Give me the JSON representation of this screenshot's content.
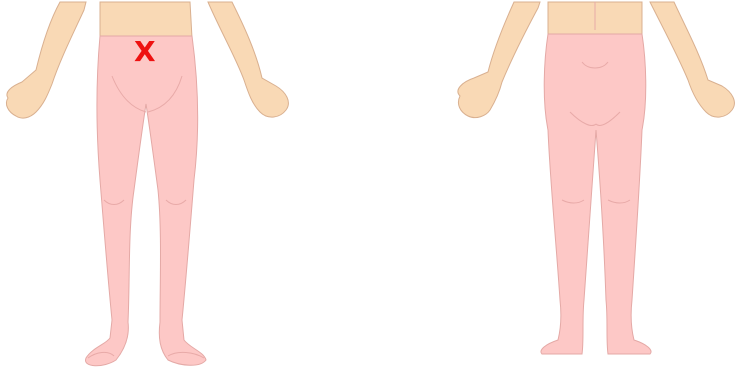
{
  "colors": {
    "skin": "#f9d9b5",
    "skin_stroke": "#d9b090",
    "garment": "#fdc8c6",
    "garment_stroke": "#e4a9a6",
    "crease": "#e8aaa8",
    "marker": "#ee1111"
  },
  "views": [
    {
      "name": "front",
      "markers": [
        {
          "symbol": "X"
        }
      ]
    },
    {
      "name": "back",
      "markers": []
    }
  ]
}
